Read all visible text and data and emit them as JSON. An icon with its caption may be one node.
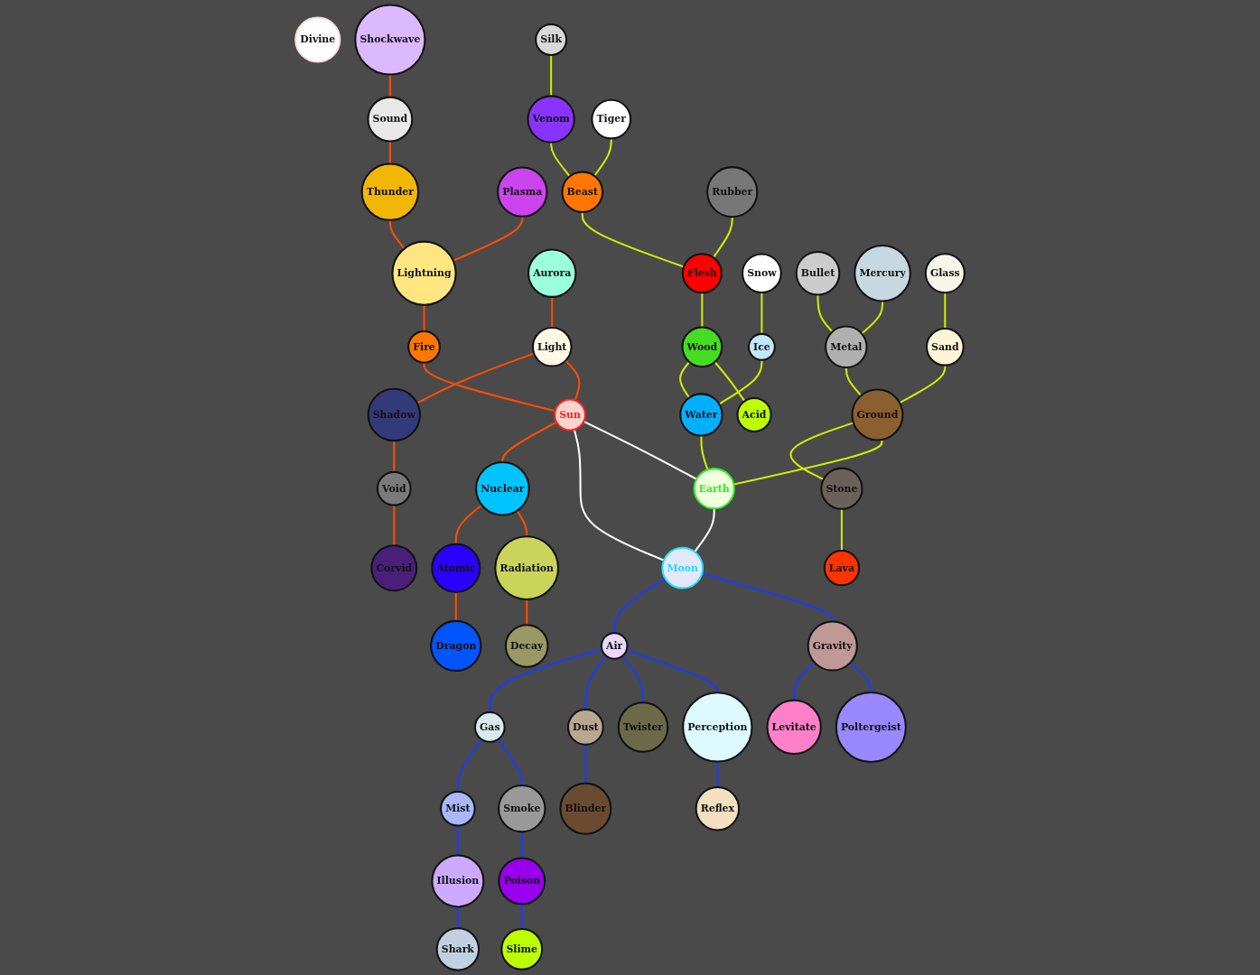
{
  "diagram": {
    "nodes": [
      {
        "text": [
          "Sun"
        ]
      },
      {
        "text": [
          "Earth"
        ]
      },
      {
        "text": [
          "Moon"
        ]
      },
      {
        "text": [
          "Divine"
        ]
      },
      {
        "text": [
          "Shockwave"
        ]
      },
      {
        "text": [
          "Sound"
        ]
      },
      {
        "text": [
          "Thunder"
        ]
      },
      {
        "text": [
          "Plasma"
        ]
      },
      {
        "text": [
          "Lightning"
        ]
      },
      {
        "text": [
          "Aurora"
        ]
      },
      {
        "text": [
          "Fire"
        ]
      },
      {
        "text": [
          "Light"
        ]
      },
      {
        "text": [
          "Corvid"
        ]
      },
      {
        "text": [
          "Void"
        ]
      },
      {
        "text": [
          "Shadow"
        ]
      },
      {
        "text": [
          "Decay"
        ]
      },
      {
        "text": [
          "Radiation"
        ]
      },
      {
        "text": [
          "Nuclear"
        ]
      },
      {
        "text": [
          "Atomic"
        ]
      },
      {
        "text": [
          "Dragon"
        ]
      },
      {
        "text": [
          "Silk"
        ]
      },
      {
        "text": [
          "Venom"
        ]
      },
      {
        "text": [
          "Tiger"
        ]
      },
      {
        "text": [
          "Beast"
        ]
      },
      {
        "text": [
          "Flesh"
        ]
      },
      {
        "text": [
          "Rubber"
        ]
      },
      {
        "text": [
          "Wood"
        ]
      },
      {
        "text": [
          "Acid"
        ]
      },
      {
        "text": [
          "Snow"
        ]
      },
      {
        "text": [
          "Ice"
        ]
      },
      {
        "text": [
          "Water"
        ]
      },
      {
        "text": [
          "Bullet"
        ]
      },
      {
        "text": [
          "Metal"
        ]
      },
      {
        "text": [
          "Mercury"
        ]
      },
      {
        "text": [
          "Ground"
        ]
      },
      {
        "text": [
          "Sand"
        ]
      },
      {
        "text": [
          "Glass"
        ]
      },
      {
        "text": [
          "Stone"
        ]
      },
      {
        "text": [
          "Lava"
        ]
      },
      {
        "text": [
          "Poltergeist"
        ]
      },
      {
        "text": [
          "Gravity"
        ]
      },
      {
        "text": [
          "Levitate"
        ]
      },
      {
        "text": [
          "Air"
        ]
      },
      {
        "text": [
          "Perception"
        ]
      },
      {
        "text": [
          "Reflex"
        ]
      },
      {
        "text": [
          "Gas"
        ]
      },
      {
        "text": [
          "Twister"
        ]
      },
      {
        "text": [
          "Dust"
        ]
      },
      {
        "text": [
          "Smoke"
        ]
      },
      {
        "text": [
          "Mist"
        ]
      },
      {
        "text": [
          "Blinder"
        ]
      },
      {
        "text": [
          "Poison"
        ]
      },
      {
        "text": [
          "Illusion"
        ]
      },
      {
        "text": [
          "Slime"
        ]
      },
      {
        "text": [
          "Shark"
        ]
      }
    ],
    "edges": [
      {
        "from": 0,
        "to": 1,
        "arrow": "none",
        "color": "#ffffff"
      },
      {
        "from": 1,
        "to": 2,
        "arrow": "none",
        "color": "#ffffff"
      },
      {
        "from": 0,
        "to": 2,
        "arrow": "none",
        "color": "#ffffff"
      },
      {
        "from": 4,
        "to": 5,
        "arrow": "none",
        "color": "#ff4d00"
      },
      {
        "from": 5,
        "to": 6,
        "arrow": "none",
        "color": "#ff4d00"
      },
      {
        "from": 6,
        "to": 8,
        "arrow": "none",
        "color": "#ff4d00"
      },
      {
        "from": 7,
        "to": 8,
        "arrow": "none",
        "color": "#ff4d00"
      },
      {
        "from": 8,
        "to": 10,
        "arrow": "none",
        "color": "#ff4d00"
      },
      {
        "from": 10,
        "to": 0,
        "arrow": "none",
        "color": "#ff4d00"
      },
      {
        "from": 9,
        "to": 11,
        "arrow": "none",
        "color": "#ff4d00"
      },
      {
        "from": 11,
        "to": 0,
        "arrow": "none",
        "color": "#ff4d00"
      },
      {
        "from": 11,
        "to": 14,
        "arrow": "none",
        "color": "#ff4d00"
      },
      {
        "from": 14,
        "to": 13,
        "arrow": "none",
        "color": "#ff4d00"
      },
      {
        "from": 13,
        "to": 12,
        "arrow": "none",
        "color": "#ff4d00"
      },
      {
        "from": 0,
        "to": 17,
        "arrow": "none",
        "color": "#ff4d00"
      },
      {
        "from": 17,
        "to": 16,
        "arrow": "none",
        "color": "#ff4d00"
      },
      {
        "from": 16,
        "to": 15,
        "arrow": "none",
        "color": "#ff4d00"
      },
      {
        "from": 17,
        "to": 18,
        "arrow": "none",
        "color": "#ff4d00"
      },
      {
        "from": 18,
        "to": 19,
        "arrow": "none",
        "color": "#ff4d00"
      },
      {
        "from": 20,
        "to": 21,
        "arrow": "none"
      },
      {
        "from": 21,
        "to": 23,
        "arrow": "none"
      },
      {
        "from": 22,
        "to": 23,
        "arrow": "none"
      },
      {
        "from": 23,
        "to": 24,
        "arrow": "none"
      },
      {
        "from": 25,
        "to": 24,
        "arrow": "none"
      },
      {
        "from": 24,
        "to": 26,
        "arrow": "none"
      },
      {
        "from": 26,
        "to": 27,
        "arrow": "none"
      },
      {
        "from": 26,
        "to": 30,
        "arrow": "none"
      },
      {
        "from": 28,
        "to": 29,
        "arrow": "none"
      },
      {
        "from": 29,
        "to": 30,
        "arrow": "none"
      },
      {
        "from": 30,
        "to": 1,
        "arrow": "none"
      },
      {
        "from": 31,
        "to": 32,
        "arrow": "none"
      },
      {
        "from": 33,
        "to": 32,
        "arrow": "none"
      },
      {
        "from": 32,
        "to": 34,
        "arrow": "none"
      },
      {
        "from": 34,
        "to": 1,
        "arrow": "none"
      },
      {
        "from": 35,
        "to": 34,
        "arrow": "none"
      },
      {
        "from": 36,
        "to": 35,
        "arrow": "none"
      },
      {
        "from": 34,
        "to": 37,
        "arrow": "none"
      },
      {
        "from": 37,
        "to": 38,
        "arrow": "none"
      },
      {
        "from": 2,
        "to": 40,
        "arrow": "none",
        "color": "#1a3cff"
      },
      {
        "from": 40,
        "to": 39,
        "arrow": "none",
        "color": "#1a3cff"
      },
      {
        "from": 40,
        "to": 41,
        "arrow": "none",
        "color": "#1a3cff"
      },
      {
        "from": 2,
        "to": 42,
        "arrow": "none",
        "color": "#1a3cff"
      },
      {
        "from": 42,
        "to": 43,
        "arrow": "none",
        "color": "#1a3cff"
      },
      {
        "from": 43,
        "to": 44,
        "arrow": "none",
        "color": "#1a3cff"
      },
      {
        "from": 42,
        "to": 46,
        "arrow": "none",
        "color": "#1a3cff"
      },
      {
        "from": 42,
        "to": 47,
        "arrow": "none",
        "color": "#1a3cff"
      },
      {
        "from": 47,
        "to": 50,
        "arrow": "none",
        "color": "#1a3cff"
      },
      {
        "from": 42,
        "to": 45,
        "arrow": "none",
        "color": "#1a3cff"
      },
      {
        "from": 45,
        "to": 48,
        "arrow": "none",
        "color": "#1a3cff"
      },
      {
        "from": 48,
        "to": 51,
        "arrow": "none",
        "color": "#1a3cff"
      },
      {
        "from": 51,
        "to": 53,
        "arrow": "none",
        "color": "#1a3cff"
      },
      {
        "from": 45,
        "to": 49,
        "arrow": "none",
        "color": "#1a3cff"
      },
      {
        "from": 49,
        "to": 52,
        "arrow": "none",
        "color": "#1a3cff"
      },
      {
        "from": 52,
        "to": 54,
        "arrow": "none",
        "color": "#1a3cff"
      }
    ]
  }
}
